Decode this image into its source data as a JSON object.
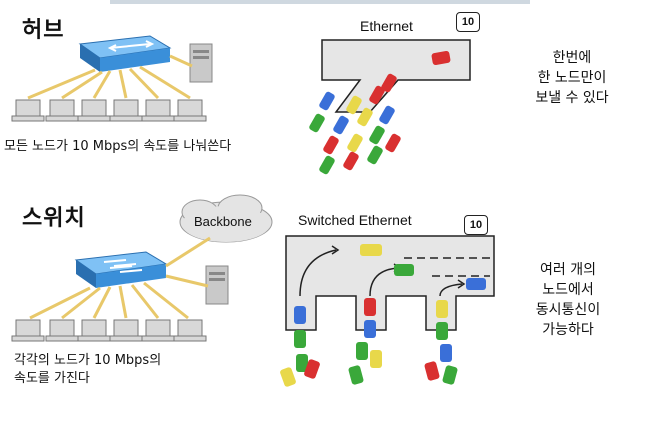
{
  "hub": {
    "title": "허브",
    "caption": "모든 노드가 10 Mbps의 속도를 나눠쓴다",
    "diagram_label": "Ethernet",
    "speed_sign": "10",
    "side_text": [
      "한번에",
      "한 노드만이",
      "보낼 수 있다"
    ]
  },
  "switch": {
    "title": "스위치",
    "caption": [
      "각각의 노드가 10 Mbps의",
      "속도를 가진다"
    ],
    "cloud_label": "Backbone",
    "diagram_label": "Switched Ethernet",
    "speed_sign": "10",
    "side_text": [
      "여러 개의",
      "노드에서",
      "동시통신이",
      "가능하다"
    ]
  },
  "colors": {
    "road": "#e6e6e6",
    "device_blue": "#3a8fd9",
    "cable": "#e8c86a",
    "car_red": "#d93030",
    "car_blue": "#3a6fd8",
    "car_green": "#3aa83a",
    "car_yellow": "#e8d84a"
  }
}
